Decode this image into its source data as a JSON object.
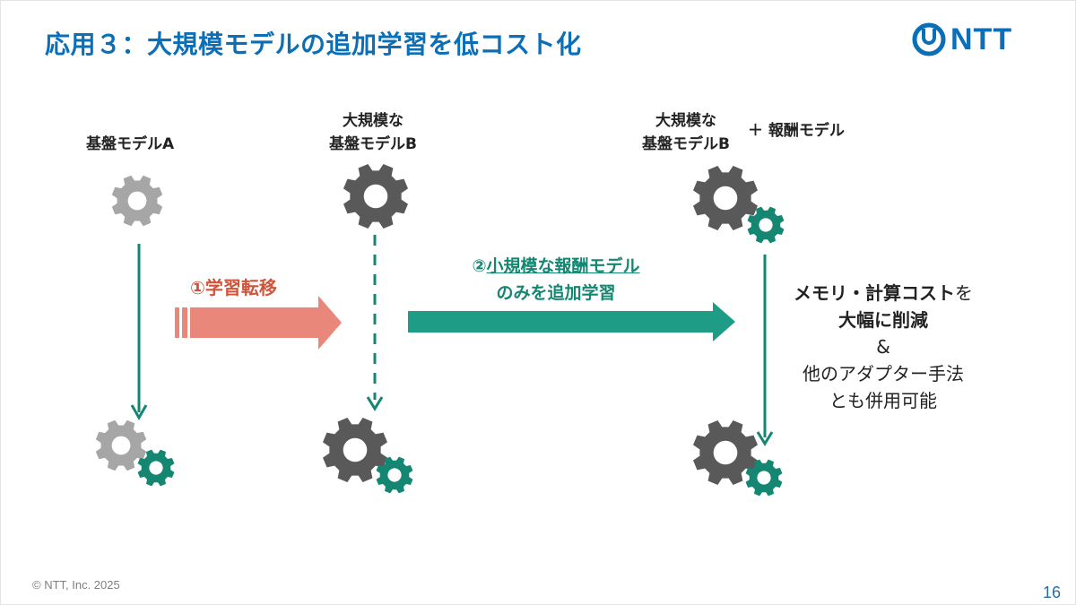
{
  "slide": {
    "title": "応用３：大規模モデルの追加学習を低コスト化",
    "logo_text": "NTT",
    "footer": "© NTT, Inc.  2025",
    "page_number": "16"
  },
  "columns": [
    {
      "label_lines": [
        "基盤モデルA"
      ],
      "top_gear_color": "#a6a6a6",
      "bottom_gear_color": "#a6a6a6"
    },
    {
      "label_lines": [
        "大規模な",
        "基盤モデルB"
      ],
      "top_gear_color": "#595959",
      "bottom_gear_color": "#595959"
    },
    {
      "label_lines": [
        "大規模な",
        "基盤モデルB"
      ],
      "extra_label": "＋ 報酬モデル",
      "top_gear_color": "#595959",
      "bottom_gear_color": "#595959"
    }
  ],
  "steps": {
    "step1": "①学習転移",
    "step2_prefix": "②",
    "step2_underlined": "小規模な報酬モデル",
    "step2_line2": "のみを追加学習"
  },
  "result": {
    "line1_bold": "メモリ・計算コスト",
    "line1_rest": "を",
    "line2": "大幅に削減",
    "line3": "&",
    "line4": "他のアダプター手法",
    "line5": "とも併用可能"
  },
  "colors": {
    "brand_blue": "#0b6fb8",
    "teal": "#148671",
    "teal_arrow": "#1f9c85",
    "salmon_arrow": "#e8877a",
    "salmon_text": "#d0533a",
    "gear_light": "#a6a6a6",
    "gear_dark": "#595959",
    "gear_small": "#148671"
  }
}
